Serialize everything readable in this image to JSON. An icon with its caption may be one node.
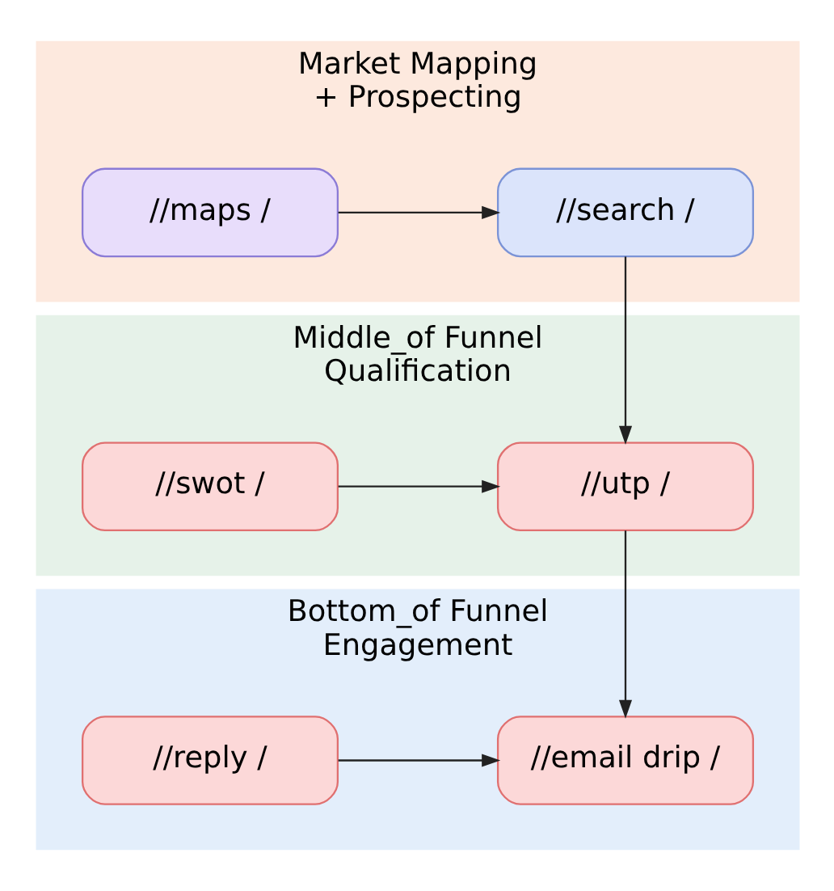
{
  "diagram": {
    "nodes": [
      {
        "text": [
          "Market Mapping + Prospecting"
        ]
      },
      {
        "text": [
          "//maps /"
        ],
        "in": 0
      },
      {
        "text": [
          "//search /"
        ],
        "in": 0
      },
      {
        "text": [
          "Middle_of Funnel Qualification"
        ]
      },
      {
        "text": [
          "//swot /"
        ],
        "in": 3
      },
      {
        "text": [
          "//utp /"
        ],
        "in": 3
      },
      {
        "text": [
          "Bottom_of Funnel Engagement"
        ]
      },
      {
        "text": [
          "//reply /"
        ],
        "in": 6
      },
      {
        "text": [
          "//email drip /"
        ],
        "in": 6
      }
    ],
    "edges": [
      {
        "from": 1,
        "to": 2,
        "arrow": "to"
      },
      {
        "from": 2,
        "to": 5,
        "arrow": "to"
      },
      {
        "from": 4,
        "to": 5,
        "arrow": "to"
      },
      {
        "from": 5,
        "to": 8,
        "arrow": "to"
      },
      {
        "from": 7,
        "to": 8,
        "arrow": "to"
      }
    ]
  }
}
